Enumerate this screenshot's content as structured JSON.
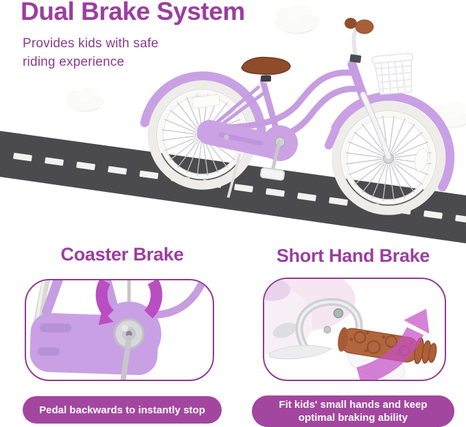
{
  "hero": {
    "title": "Dual Brake System",
    "subtitle_lines": [
      "Provides kids with safe",
      "riding experience"
    ]
  },
  "features": [
    {
      "heading": "Coaster Brake",
      "caption_lines": [
        "Pedal backwards to instantly stop"
      ],
      "illustration": "coaster-brake-closeup"
    },
    {
      "heading": "Short Hand Brake",
      "caption_lines": [
        "Fit kids' small hands and keep",
        "optimal braking ability"
      ],
      "illustration": "hand-brake-grip-closeup"
    }
  ],
  "illustrations": {
    "hero": "purple-kids-bike-on-road-with-clouds",
    "road_marking": "white-dashed-center-line"
  },
  "colors": {
    "accent_purple": "#9C3EA0",
    "subtitle_purple": "#8B3A93",
    "pill_purple": "#A3469F",
    "image_border_purple": "#8E3A93",
    "bike_lilac": "#C79DE1",
    "road_gray": "#4B4A4D",
    "dash_white": "#F2F2F0",
    "arrow_magenta": "#B94EC2",
    "grip_brown": "#B2663D",
    "saddle_brown": "#8F4C2A"
  }
}
